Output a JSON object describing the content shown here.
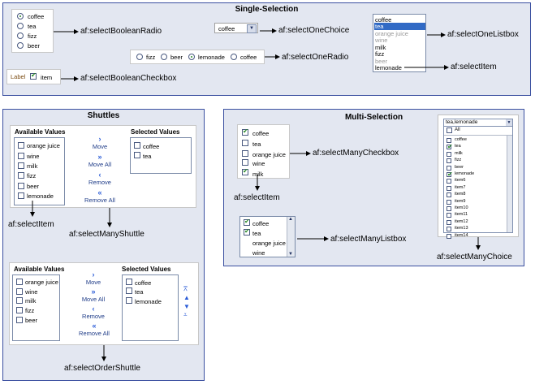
{
  "single": {
    "title": "Single-Selection",
    "radio_items": [
      "coffee",
      "tea",
      "fizz",
      "beer"
    ],
    "radio_label": "af:selectBooleanRadio",
    "one_choice_value": "coffee",
    "one_choice_label": "af:selectOneChoice",
    "listbox_items": [
      "coffee",
      "tea",
      "orange juice",
      "wine",
      "milk",
      "fizz",
      "beer",
      "lemonade"
    ],
    "listbox_label": "af:selectOneListbox",
    "select_item_label": "af:selectItem",
    "one_radio_items": [
      "fizz",
      "beer",
      "lemonade",
      "coffee"
    ],
    "one_radio_label": "af:selectOneRadio",
    "checkbox_prefix": "Label",
    "checkbox_item": "item",
    "checkbox_label": "af:selectBooleanCheckbox"
  },
  "shuttles": {
    "title": "Shuttles",
    "available_header": "Available Values",
    "selected_header": "Selected Values",
    "s1_available": [
      "orange juice",
      "wine",
      "milk",
      "fizz",
      "beer",
      "lemonade"
    ],
    "s1_selected": [
      "coffee",
      "tea"
    ],
    "move": "Move",
    "move_all": "Move All",
    "remove": "Remove",
    "remove_all": "Remove All",
    "select_item_label": "af:selectItem",
    "many_shuttle_label": "af:selectManyShuttle",
    "s2_available": [
      "orange juice",
      "wine",
      "milk",
      "fizz",
      "beer"
    ],
    "s2_selected": [
      "coffee",
      "tea",
      "lemonade"
    ],
    "order_shuttle_label": "af:selectOrderShuttle"
  },
  "multi": {
    "title": "Multi-Selection",
    "checkbox_items": [
      "coffee",
      "tea",
      "orange juice",
      "wine",
      "milk"
    ],
    "many_checkbox_label": "af:selectManyCheckbox",
    "select_item_label": "af:selectItem",
    "listbox_items": [
      "coffee",
      "tea",
      "orange juice",
      "wine"
    ],
    "many_listbox_label": "af:selectManyListbox",
    "choice_value": "tea,lemonade",
    "choice_all": "All",
    "choice_items": [
      "coffee",
      "tea",
      "milk",
      "fizz",
      "beer",
      "lemonade",
      "item6",
      "item7",
      "item8",
      "item9",
      "item10",
      "item11",
      "item12",
      "item13",
      "item14"
    ],
    "many_choice_label": "af:selectManyChoice"
  }
}
